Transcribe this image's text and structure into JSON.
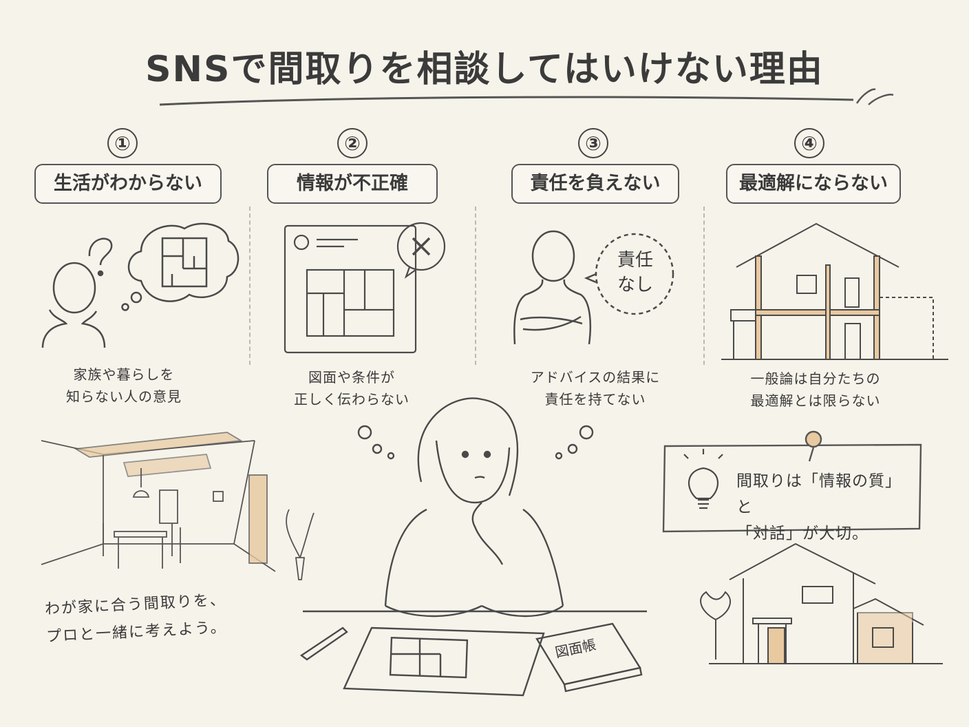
{
  "title": "SNSで間取りを相談してはいけない理由",
  "reasons": [
    {
      "number": "①",
      "heading": "生活がわからない",
      "caption1": "家族や暮らしを",
      "caption2": "知らない人の意見"
    },
    {
      "number": "②",
      "heading": "情報が不正確",
      "caption1": "図面や条件が",
      "caption2": "正しく伝わらない"
    },
    {
      "number": "③",
      "heading": "責任を負えない",
      "caption1": "アドバイスの結果に",
      "caption2": "責任を持てない",
      "bubble1": "責任",
      "bubble2": "なし"
    },
    {
      "number": "④",
      "heading": "最適解にならない",
      "caption1": "一般論は自分たちの",
      "caption2": "最適解とは限らない"
    }
  ],
  "tip": {
    "line1": "間取りは「情報の質」と",
    "line2": "「対話」が大切。"
  },
  "handwritten": {
    "line1": "わが家に合う間取りを、",
    "line2": "プロと一緒に考えよう。"
  },
  "notebook_label": "図面帳",
  "icons": {
    "question": "?"
  },
  "colors": {
    "ink": "#3a3a3a",
    "wood": "#e8c9a0",
    "paper": "#f6f3ea"
  }
}
